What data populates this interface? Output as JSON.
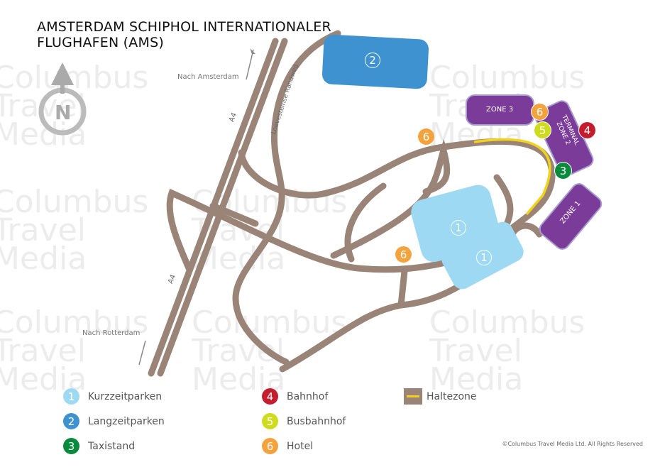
{
  "title_line1": "AMSTERDAM SCHIPHOL INTERNATIONALER",
  "title_line2": "FLUGHAFEN (AMS)",
  "compass_letter": "N",
  "watermark": "Columbus\nTravel\nMedia",
  "labels": {
    "to_amsterdam": "Nach Amsterdam",
    "to_rotterdam": "Nach Rotterdam",
    "a4": "A4",
    "road": "Loevesteinse Randweg",
    "zone3": "ZONE 3",
    "zone2a": "TERMINAL",
    "zone2b": "ZONE 2",
    "zone1": "ZONE 1"
  },
  "markers": {
    "p1": "1",
    "p2": "2",
    "t3": "3",
    "b4": "4",
    "bus5": "5",
    "h6": "6"
  },
  "legend": [
    {
      "num": "1",
      "label": "Kurzzeitparken",
      "color": "#9dd9f3"
    },
    {
      "num": "2",
      "label": "Langzeitparken",
      "color": "#3f92d0"
    },
    {
      "num": "3",
      "label": "Taxistand",
      "color": "#0a8a3c"
    },
    {
      "num": "4",
      "label": "Bahnhof",
      "color": "#c41e2e"
    },
    {
      "num": "5",
      "label": "Busbahnhof",
      "color": "#cfdc1e"
    },
    {
      "num": "6",
      "label": "Hotel",
      "color": "#f4a23b"
    }
  ],
  "legend_halt": "Haltezone",
  "copyright": "©Columbus Travel Media Ltd. All Rights Reserved",
  "colors": {
    "road": "#9a8477",
    "terminal": "#7b3b98",
    "halt": "#f2d21b"
  }
}
